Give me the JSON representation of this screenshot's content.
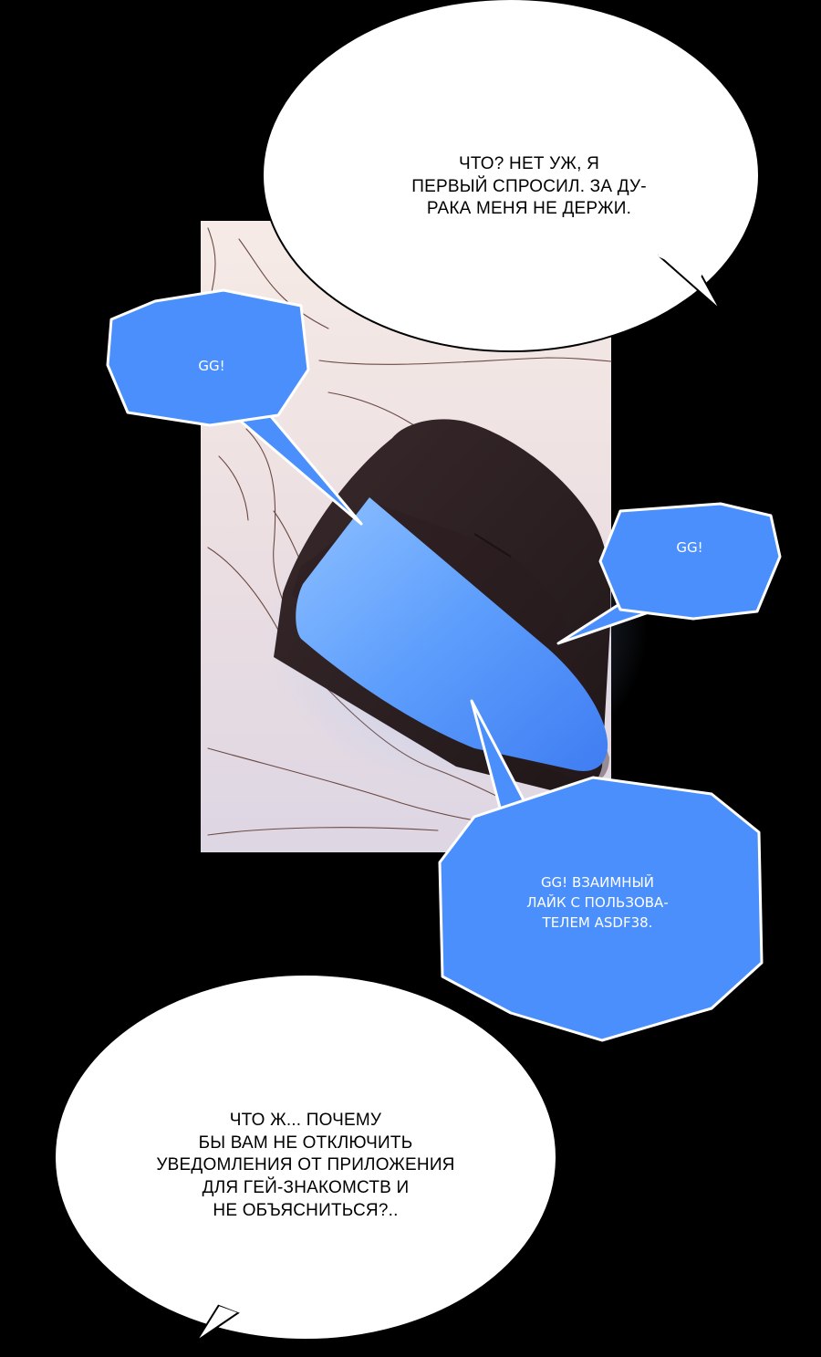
{
  "colors": {
    "background": "#000000",
    "notification_bubble": "#4a8ffc",
    "notification_text": "#ffffff",
    "speech_bubble": "#ffffff",
    "speech_text": "#000000",
    "phone_screen": "#5c9dfc"
  },
  "speech_bubble_top": {
    "text": "Что? Нет уж, я\nпервый спросил. За ду-\nрака меня не держи."
  },
  "notification_left": {
    "text": "GG!"
  },
  "notification_right": {
    "text": "GG!"
  },
  "notification_large": {
    "text": "GG! Взаимный\nлайк с пользова-\nтелем asdf38."
  },
  "speech_bubble_bottom": {
    "text": "Что ж... Почему\nбы вам не отключить\nуведомления от приложения\nдля гей-знакомств и\nне объясниться?.."
  }
}
